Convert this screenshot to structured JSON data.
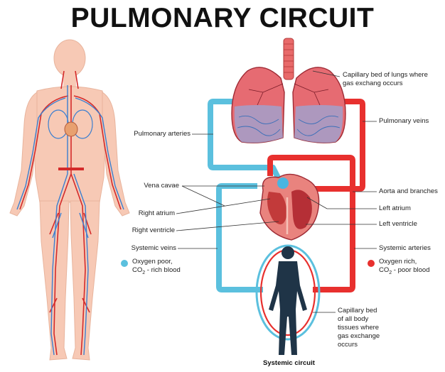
{
  "title": "PULMONARY CIRCUIT",
  "colors": {
    "oxygen_poor": "#5bc0de",
    "oxygen_rich": "#e8302e",
    "skin": "#f7c9b5",
    "silhouette": "#1f3447"
  },
  "labels": {
    "capillary_lungs_1": "Capillary bed of lungs where",
    "capillary_lungs_2": "gas exchang occurs",
    "pulmonary_veins": "Pulmonary veins",
    "pulmonary_arteries": "Pulmonary arteries",
    "vena_cavae": "Vena cavae",
    "aorta": "Aorta and branches",
    "right_atrium": "Right atrium",
    "left_atrium": "Left atrium",
    "right_ventricle": "Right ventricle",
    "left_ventricle": "Left ventricle",
    "systemic_veins": "Systemic veins",
    "systemic_arteries": "Systemic arteries",
    "capillary_body_1": "Capillary bed",
    "capillary_body_2": "of all body",
    "capillary_body_3": "tissues where",
    "capillary_body_4": "gas exchange",
    "capillary_body_5": "occurs",
    "systemic_circuit": "Systemic circuit"
  },
  "legend": {
    "poor_1": "Oxygen poor,",
    "poor_2a": "CO",
    "poor_2sub": "2",
    "poor_2b": " - rich blood",
    "rich_1": "Oxygen rich,",
    "rich_2a": "CO",
    "rich_2sub": "2",
    "rich_2b": " - poor blood"
  }
}
